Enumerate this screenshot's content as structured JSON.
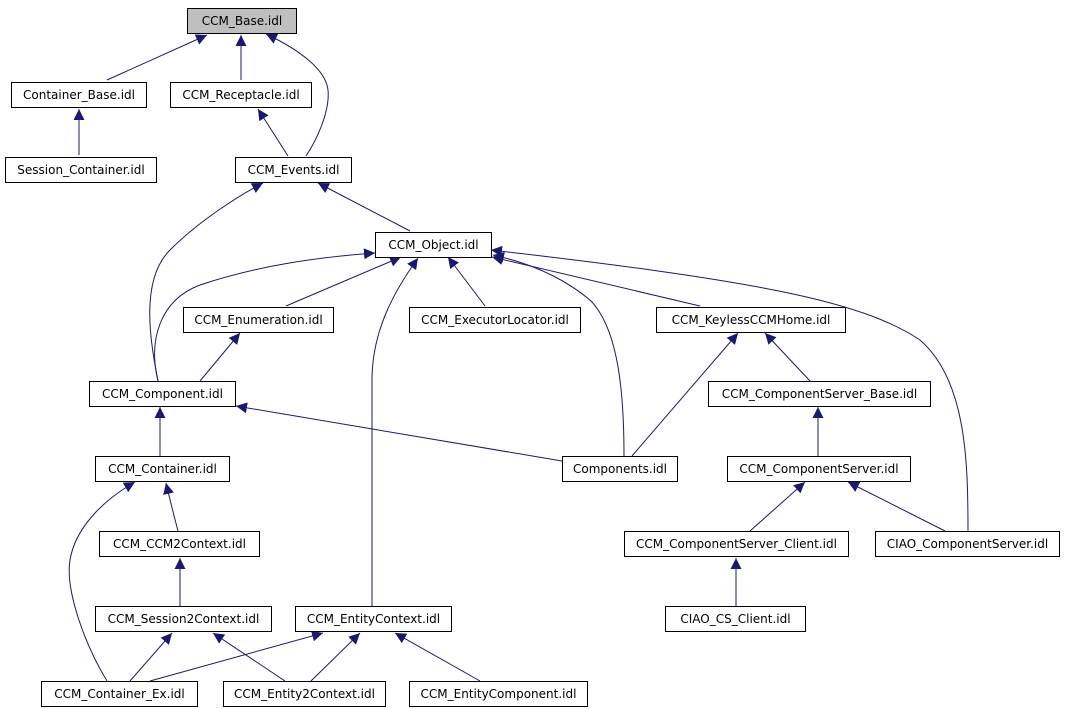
{
  "colors": {
    "edge": "#191970",
    "current_fill": "#bfbfbf",
    "node_fill": "#ffffff",
    "border": "#000000"
  },
  "nodes": {
    "ccm_base": "CCM_Base.idl",
    "container_base": "Container_Base.idl",
    "ccm_receptacle": "CCM_Receptacle.idl",
    "session_container": "Session_Container.idl",
    "ccm_events": "CCM_Events.idl",
    "ccm_object": "CCM_Object.idl",
    "ccm_enumeration": "CCM_Enumeration.idl",
    "ccm_executorlocator": "CCM_ExecutorLocator.idl",
    "ccm_keylessccmhome": "CCM_KeylessCCMHome.idl",
    "ccm_component": "CCM_Component.idl",
    "ccm_componentserver_base": "CCM_ComponentServer_Base.idl",
    "ccm_container": "CCM_Container.idl",
    "components": "Components.idl",
    "ccm_componentserver": "CCM_ComponentServer.idl",
    "ccm_ccm2context": "CCM_CCM2Context.idl",
    "ccm_componentserver_client": "CCM_ComponentServer_Client.idl",
    "ciao_componentserver": "CIAO_ComponentServer.idl",
    "ccm_session2context": "CCM_Session2Context.idl",
    "ccm_entitycontext": "CCM_EntityContext.idl",
    "ciao_cs_client": "CIAO_CS_Client.idl",
    "ccm_container_ex": "CCM_Container_Ex.idl",
    "ccm_entity2context": "CCM_Entity2Context.idl",
    "ccm_entitycomponent": "CCM_EntityComponent.idl"
  }
}
